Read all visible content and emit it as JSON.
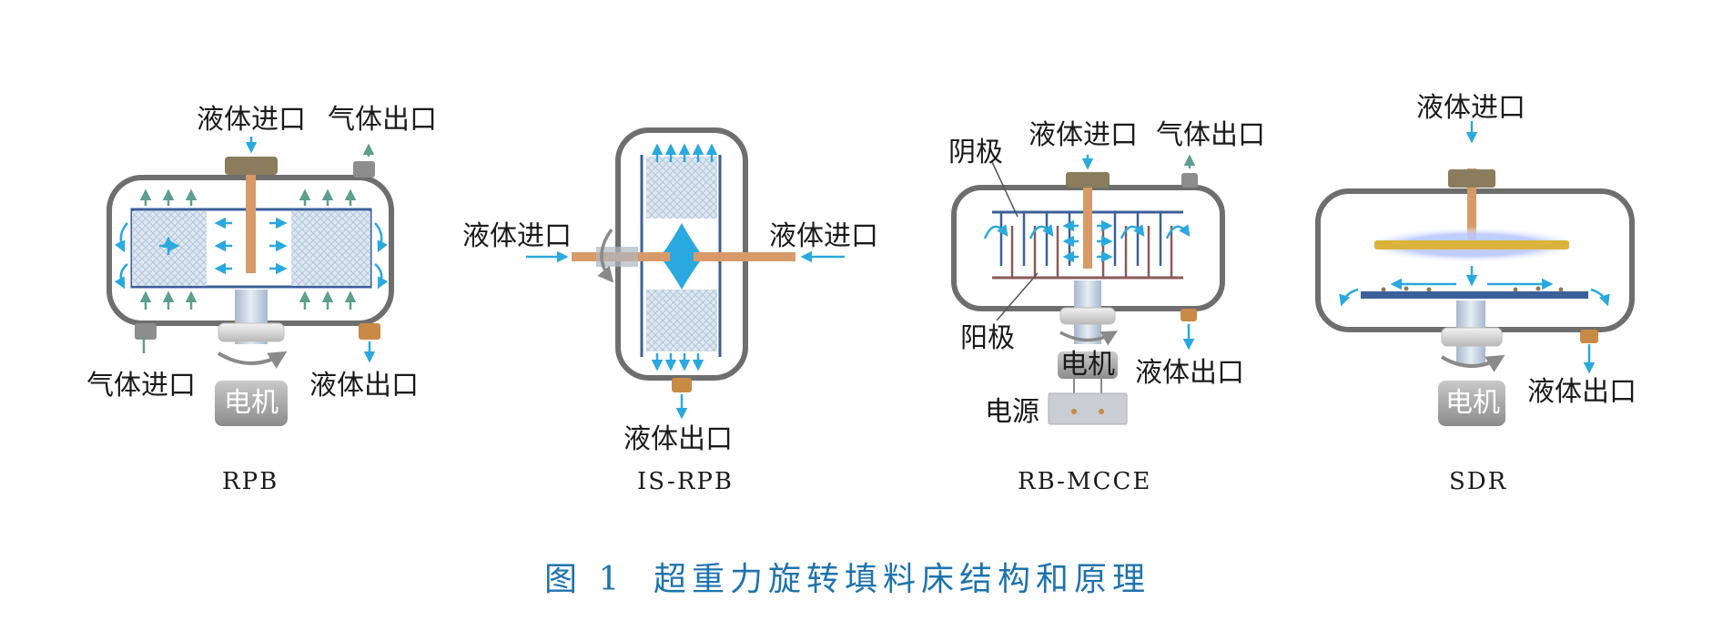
{
  "colors": {
    "housing": "#6e6e6e",
    "shaft": "#d89a68",
    "arrow_cyan": "#29a9df",
    "arrow_teal": "#5c9e8f",
    "motor": "#9a9a9a",
    "caption": "#1d73ae",
    "packing": "#c8d8ea"
  },
  "figure": {
    "number": "图 1",
    "title": "超重力旋转填料床结构和原理"
  },
  "panels": {
    "rpb": {
      "caption": "RPB",
      "liquid_inlet": "液体进口",
      "gas_outlet": "气体出口",
      "gas_inlet": "气体进口",
      "liquid_outlet": "液体出口",
      "motor": "电机"
    },
    "isrpb": {
      "caption": "IS-RPB",
      "liquid_inlet_left": "液体进口",
      "liquid_inlet_right": "液体进口",
      "liquid_outlet": "液体出口"
    },
    "rbmcce": {
      "caption": "RB-MCCE",
      "cathode": "阴极",
      "anode": "阳极",
      "liquid_inlet": "液体进口",
      "gas_outlet": "气体出口",
      "motor": "电机",
      "liquid_outlet": "液体出口",
      "power": "电源"
    },
    "sdr": {
      "caption": "SDR",
      "liquid_inlet": "液体进口",
      "motor": "电机",
      "liquid_outlet": "液体出口"
    }
  }
}
